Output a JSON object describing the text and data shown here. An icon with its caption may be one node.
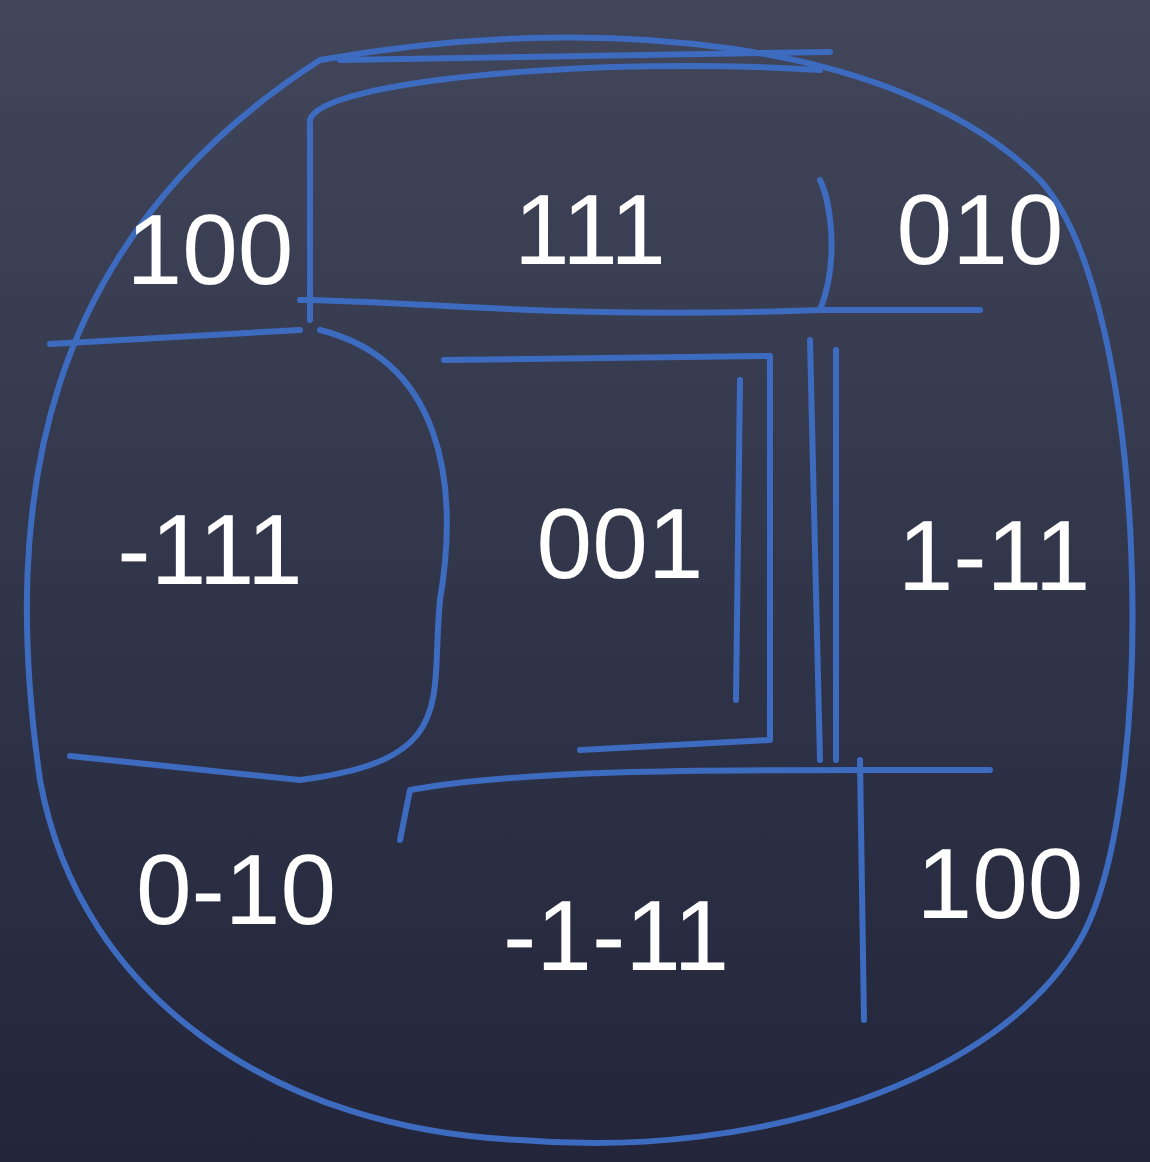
{
  "diagram": {
    "labels": [
      "100",
      "111",
      "010",
      "-111",
      "001",
      "1-11",
      "0-10",
      "-1-11",
      "100"
    ]
  }
}
